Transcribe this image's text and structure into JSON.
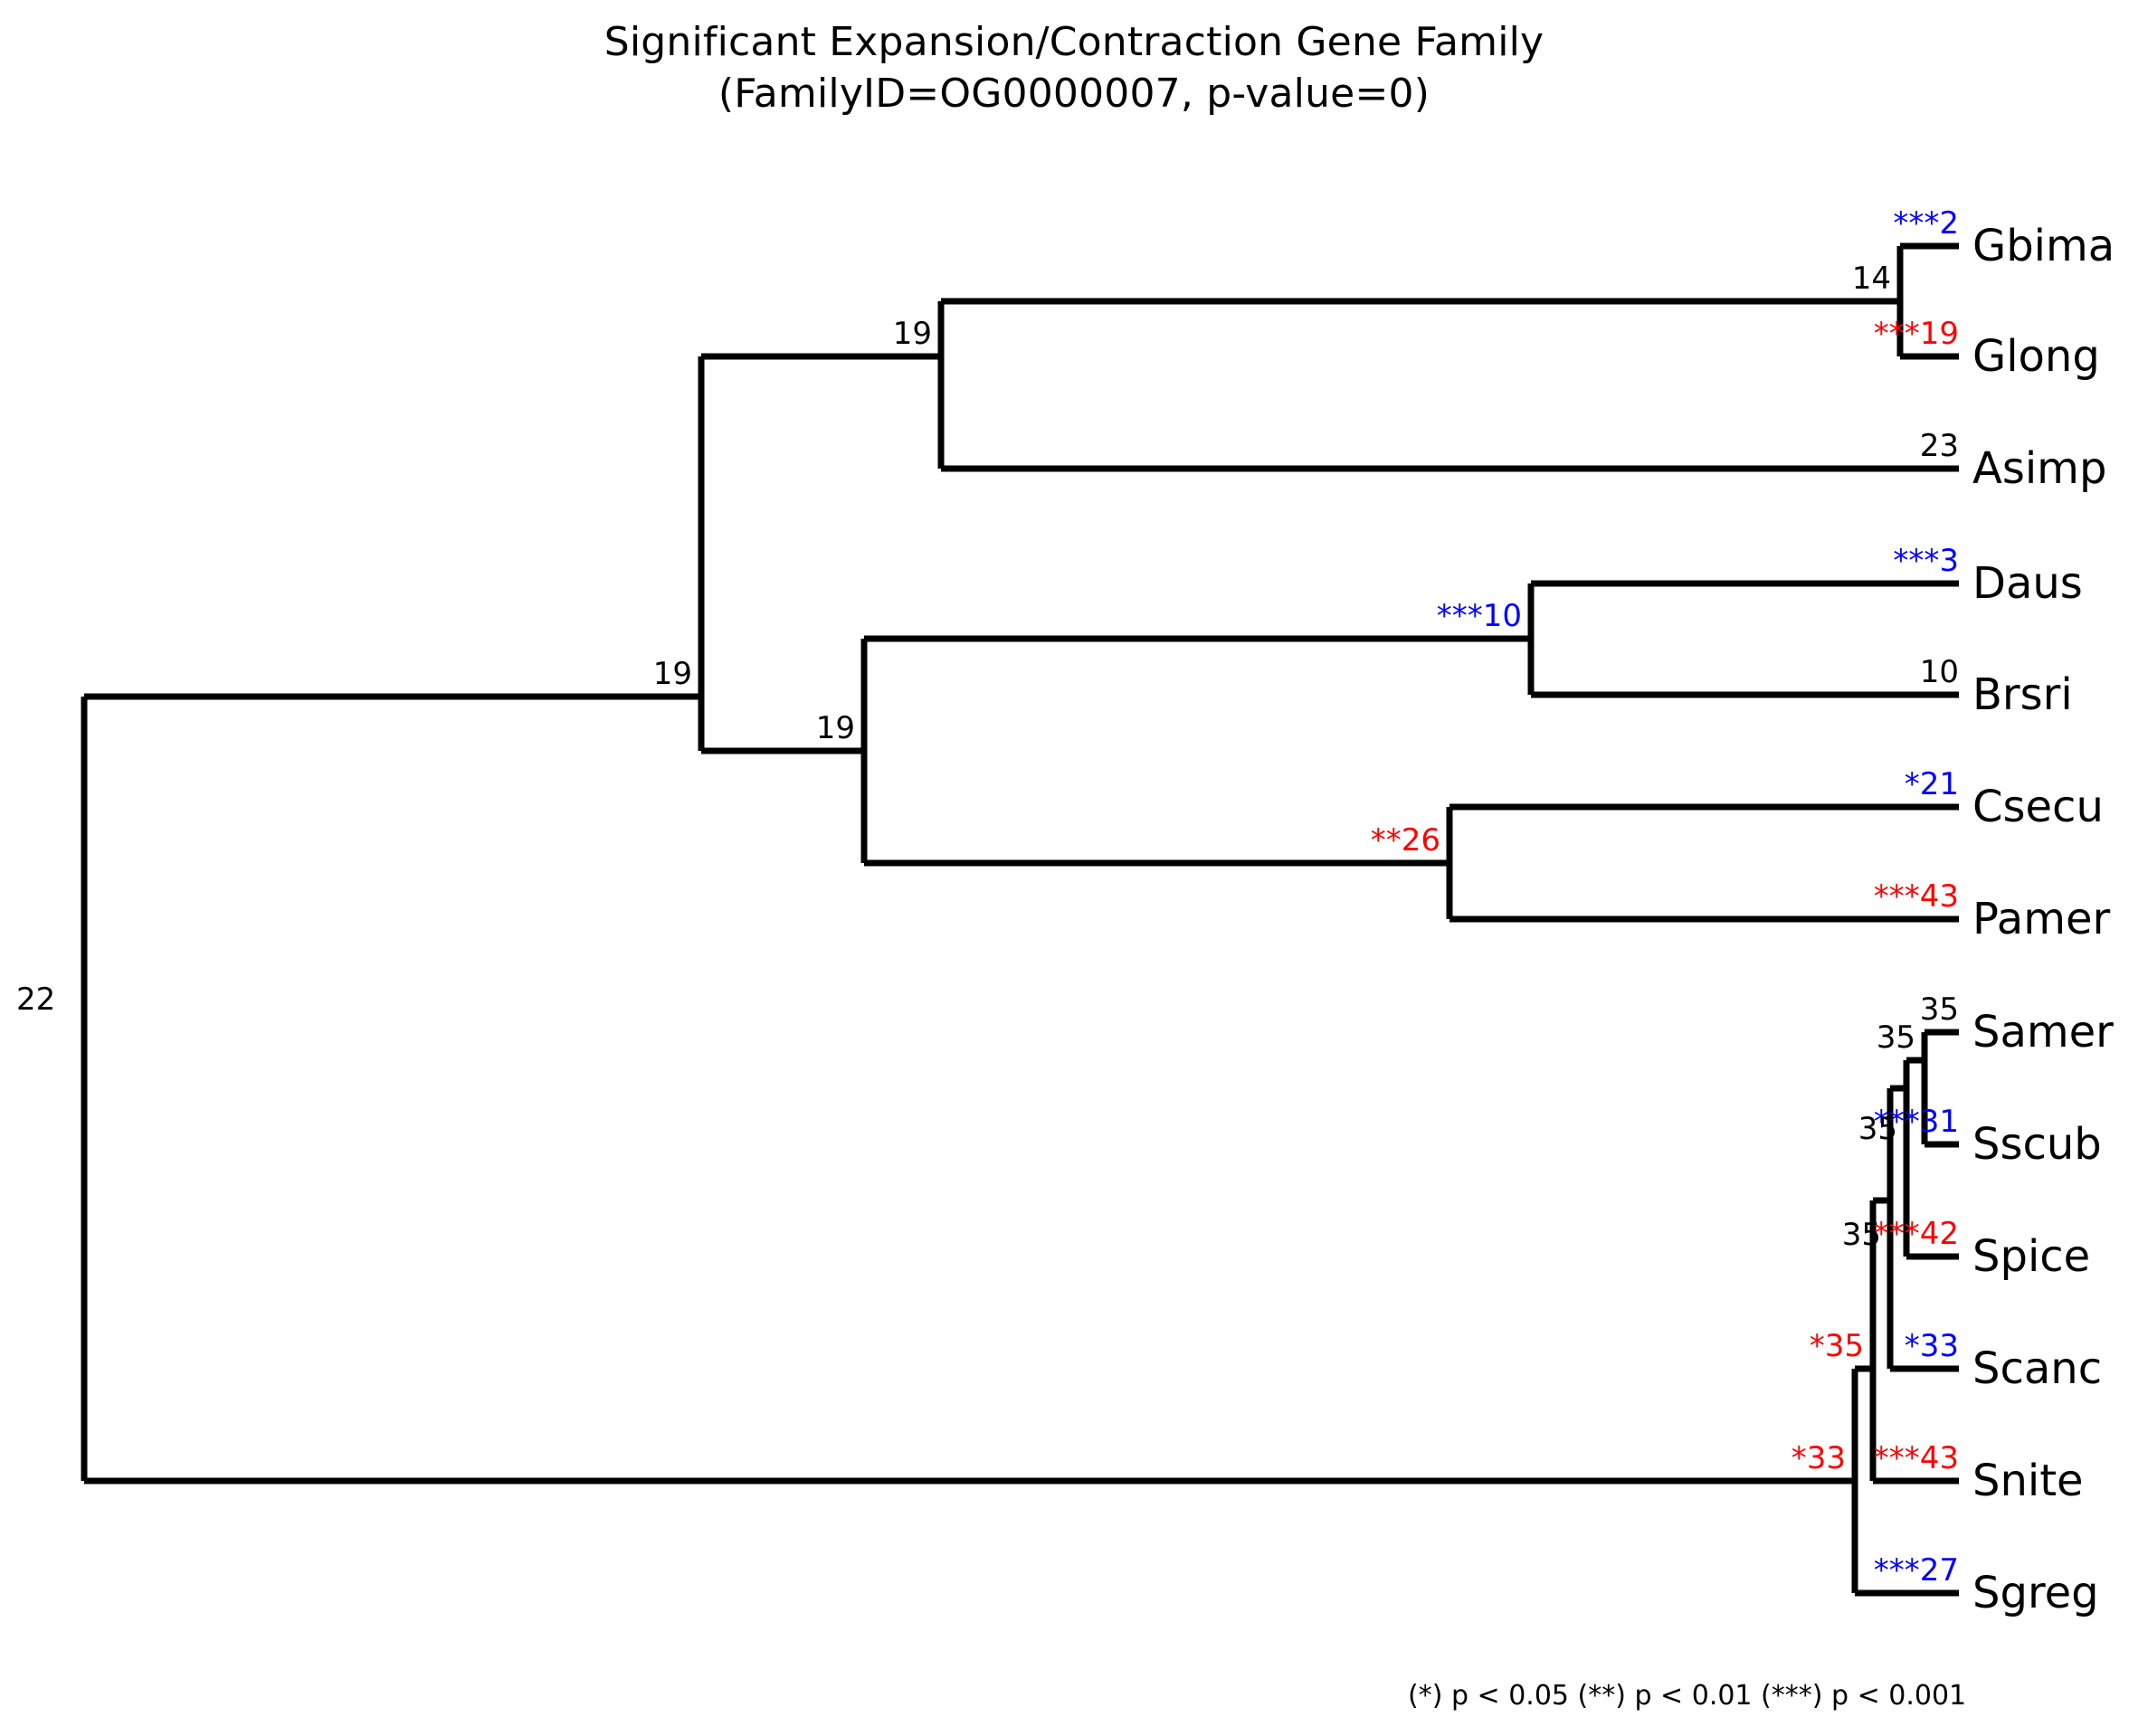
{
  "title": {
    "line1": "Significant Expansion/Contraction Gene Family",
    "line2": "(FamilyID=OG0000007, p-value=0)"
  },
  "legend": {
    "note": "(*) p < 0.05  (**) p < 0.01  (***) p < 0.001"
  },
  "colors": {
    "expansion_red": "#ff0000",
    "contraction_blue": "#0000ff",
    "neutral_black": "#000000",
    "branch": "#000000",
    "background": "#ffffff"
  },
  "chart_data": {
    "type": "tree",
    "title": "Significant Expansion/Contraction Gene Family (FamilyID=OG0000007, p-value=0)",
    "family_id": "OG0000007",
    "p_value": "0",
    "orientation": "left-to-right rectangular cladogram",
    "leaf_count": 13,
    "significance_legend": [
      {
        "mark": "*",
        "threshold": "p < 0.05"
      },
      {
        "mark": "**",
        "threshold": "p < 0.01"
      },
      {
        "mark": "***",
        "threshold": "p < 0.001"
      }
    ],
    "leaves": [
      {
        "name": "Gbima",
        "count": "2",
        "stars": "***",
        "color": "#0000ff"
      },
      {
        "name": "Glong",
        "count": "19",
        "stars": "***",
        "color": "#ff0000"
      },
      {
        "name": "Asimp",
        "count": "23",
        "stars": "",
        "color": "#000000"
      },
      {
        "name": "Daus",
        "count": "3",
        "stars": "***",
        "color": "#0000ff"
      },
      {
        "name": "Brsri",
        "count": "10",
        "stars": "",
        "color": "#000000"
      },
      {
        "name": "Csecu",
        "count": "21",
        "stars": "*",
        "color": "#0000ff"
      },
      {
        "name": "Pamer",
        "count": "43",
        "stars": "***",
        "color": "#ff0000"
      },
      {
        "name": "Samer",
        "count": "35",
        "stars": "",
        "color": "#000000"
      },
      {
        "name": "Sscub",
        "count": "31",
        "stars": "***",
        "color": "#0000ff"
      },
      {
        "name": "Spice",
        "count": "42",
        "stars": "***",
        "color": "#ff0000"
      },
      {
        "name": "Scanc",
        "count": "33",
        "stars": "*",
        "color": "#0000ff"
      },
      {
        "name": "Snite",
        "count": "43",
        "stars": "***",
        "color": "#ff0000"
      },
      {
        "name": "Sgreg",
        "count": "27",
        "stars": "***",
        "color": "#0000ff"
      }
    ],
    "internal_nodes": [
      {
        "id": "root",
        "count": "22",
        "stars": "",
        "color": "#000000"
      },
      {
        "id": "clade-upper",
        "count": "19",
        "stars": "",
        "color": "#000000"
      },
      {
        "id": "clade-gba",
        "count": "19",
        "stars": "",
        "color": "#000000"
      },
      {
        "id": "clade-gbima-glong",
        "count": "14",
        "stars": "",
        "color": "#000000"
      },
      {
        "id": "clade-dbcp",
        "count": "19",
        "stars": "",
        "color": "#000000"
      },
      {
        "id": "clade-daus-brsri",
        "count": "10",
        "stars": "***",
        "color": "#0000ff"
      },
      {
        "id": "clade-csecu-pamer",
        "count": "26",
        "stars": "**",
        "color": "#ff0000"
      },
      {
        "id": "clade-samer-sscub",
        "count": "35",
        "stars": "",
        "color": "#000000"
      },
      {
        "id": "clade-ss-spice",
        "count": "35",
        "stars": "",
        "color": "#000000"
      },
      {
        "id": "clade-sss-scanc",
        "count": "35",
        "stars": "",
        "color": "#000000"
      },
      {
        "id": "clade-ssss-snite",
        "count": "35",
        "stars": "*",
        "color": "#ff0000"
      },
      {
        "id": "clade-s-sgreg",
        "count": "33",
        "stars": "*",
        "color": "#ff0000"
      }
    ],
    "edges_note": "Rectangular cladogram: each internal node joins its children with a vertical connector; horizontal branches have no meaningful length scale."
  },
  "nodes": {
    "root": {
      "label": "22",
      "color": "#000000"
    },
    "clade_upper": {
      "label": "19",
      "color": "#000000"
    },
    "clade_gba": {
      "label": "19",
      "color": "#000000"
    },
    "clade_gbima_glong": {
      "label": "14",
      "color": "#000000"
    },
    "clade_dbcp": {
      "label": "19",
      "color": "#000000"
    },
    "clade_daus_brsri": {
      "label": "***10",
      "color": "#0000ff"
    },
    "clade_csecu_pamer": {
      "label": "**26",
      "color": "#ff0000"
    },
    "clade_samer_sscub": {
      "label": "35",
      "color": "#000000"
    },
    "clade_ss_spice": {
      "label": "35",
      "color": "#000000"
    },
    "clade_sss_scanc": {
      "label": "35",
      "color": "#000000"
    },
    "clade_ssss_snite": {
      "label": "*35",
      "color": "#ff0000"
    },
    "clade_s_sgreg": {
      "label": "*33",
      "color": "#ff0000"
    }
  },
  "tips": {
    "gbima": {
      "name": "Gbima",
      "label": "***2",
      "color": "#0000ff"
    },
    "glong": {
      "name": "Glong",
      "label": "***19",
      "color": "#ff0000"
    },
    "asimp": {
      "name": "Asimp",
      "label": "23",
      "color": "#000000"
    },
    "daus": {
      "name": "Daus",
      "label": "***3",
      "color": "#0000ff"
    },
    "brsri": {
      "name": "Brsri",
      "label": "10",
      "color": "#000000"
    },
    "csecu": {
      "name": "Csecu",
      "label": "*21",
      "color": "#0000ff"
    },
    "pamer": {
      "name": "Pamer",
      "label": "***43",
      "color": "#ff0000"
    },
    "samer": {
      "name": "Samer",
      "label": "35",
      "color": "#000000"
    },
    "sscub": {
      "name": "Sscub",
      "label": "***31",
      "color": "#0000ff"
    },
    "spice": {
      "name": "Spice",
      "label": "***42",
      "color": "#ff0000"
    },
    "scanc": {
      "name": "Scanc",
      "label": "*33",
      "color": "#0000ff"
    },
    "snite": {
      "name": "Snite",
      "label": "***43",
      "color": "#ff0000"
    },
    "sgreg": {
      "name": "Sgreg",
      "label": "***27",
      "color": "#0000ff"
    }
  }
}
